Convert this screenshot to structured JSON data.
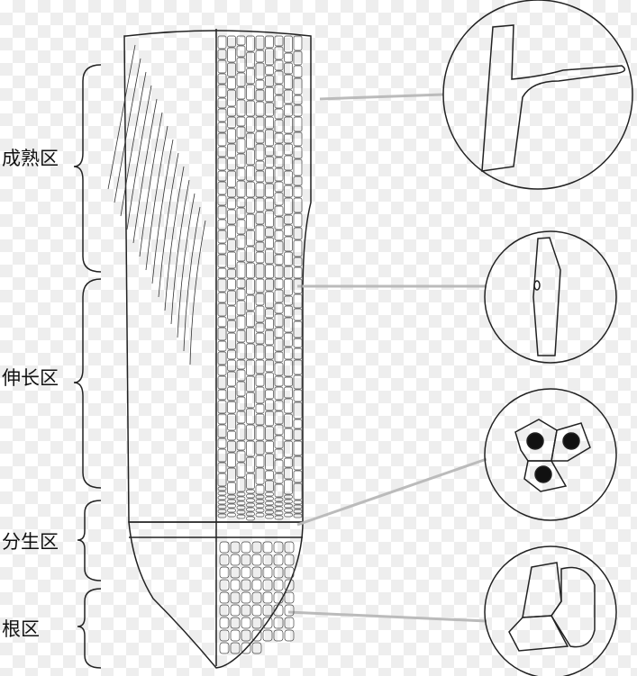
{
  "labels": {
    "maturation_zone": "成熟区",
    "elongation_zone": "伸长区",
    "meristem_zone": "分生区",
    "root_cap": "根区"
  }
}
